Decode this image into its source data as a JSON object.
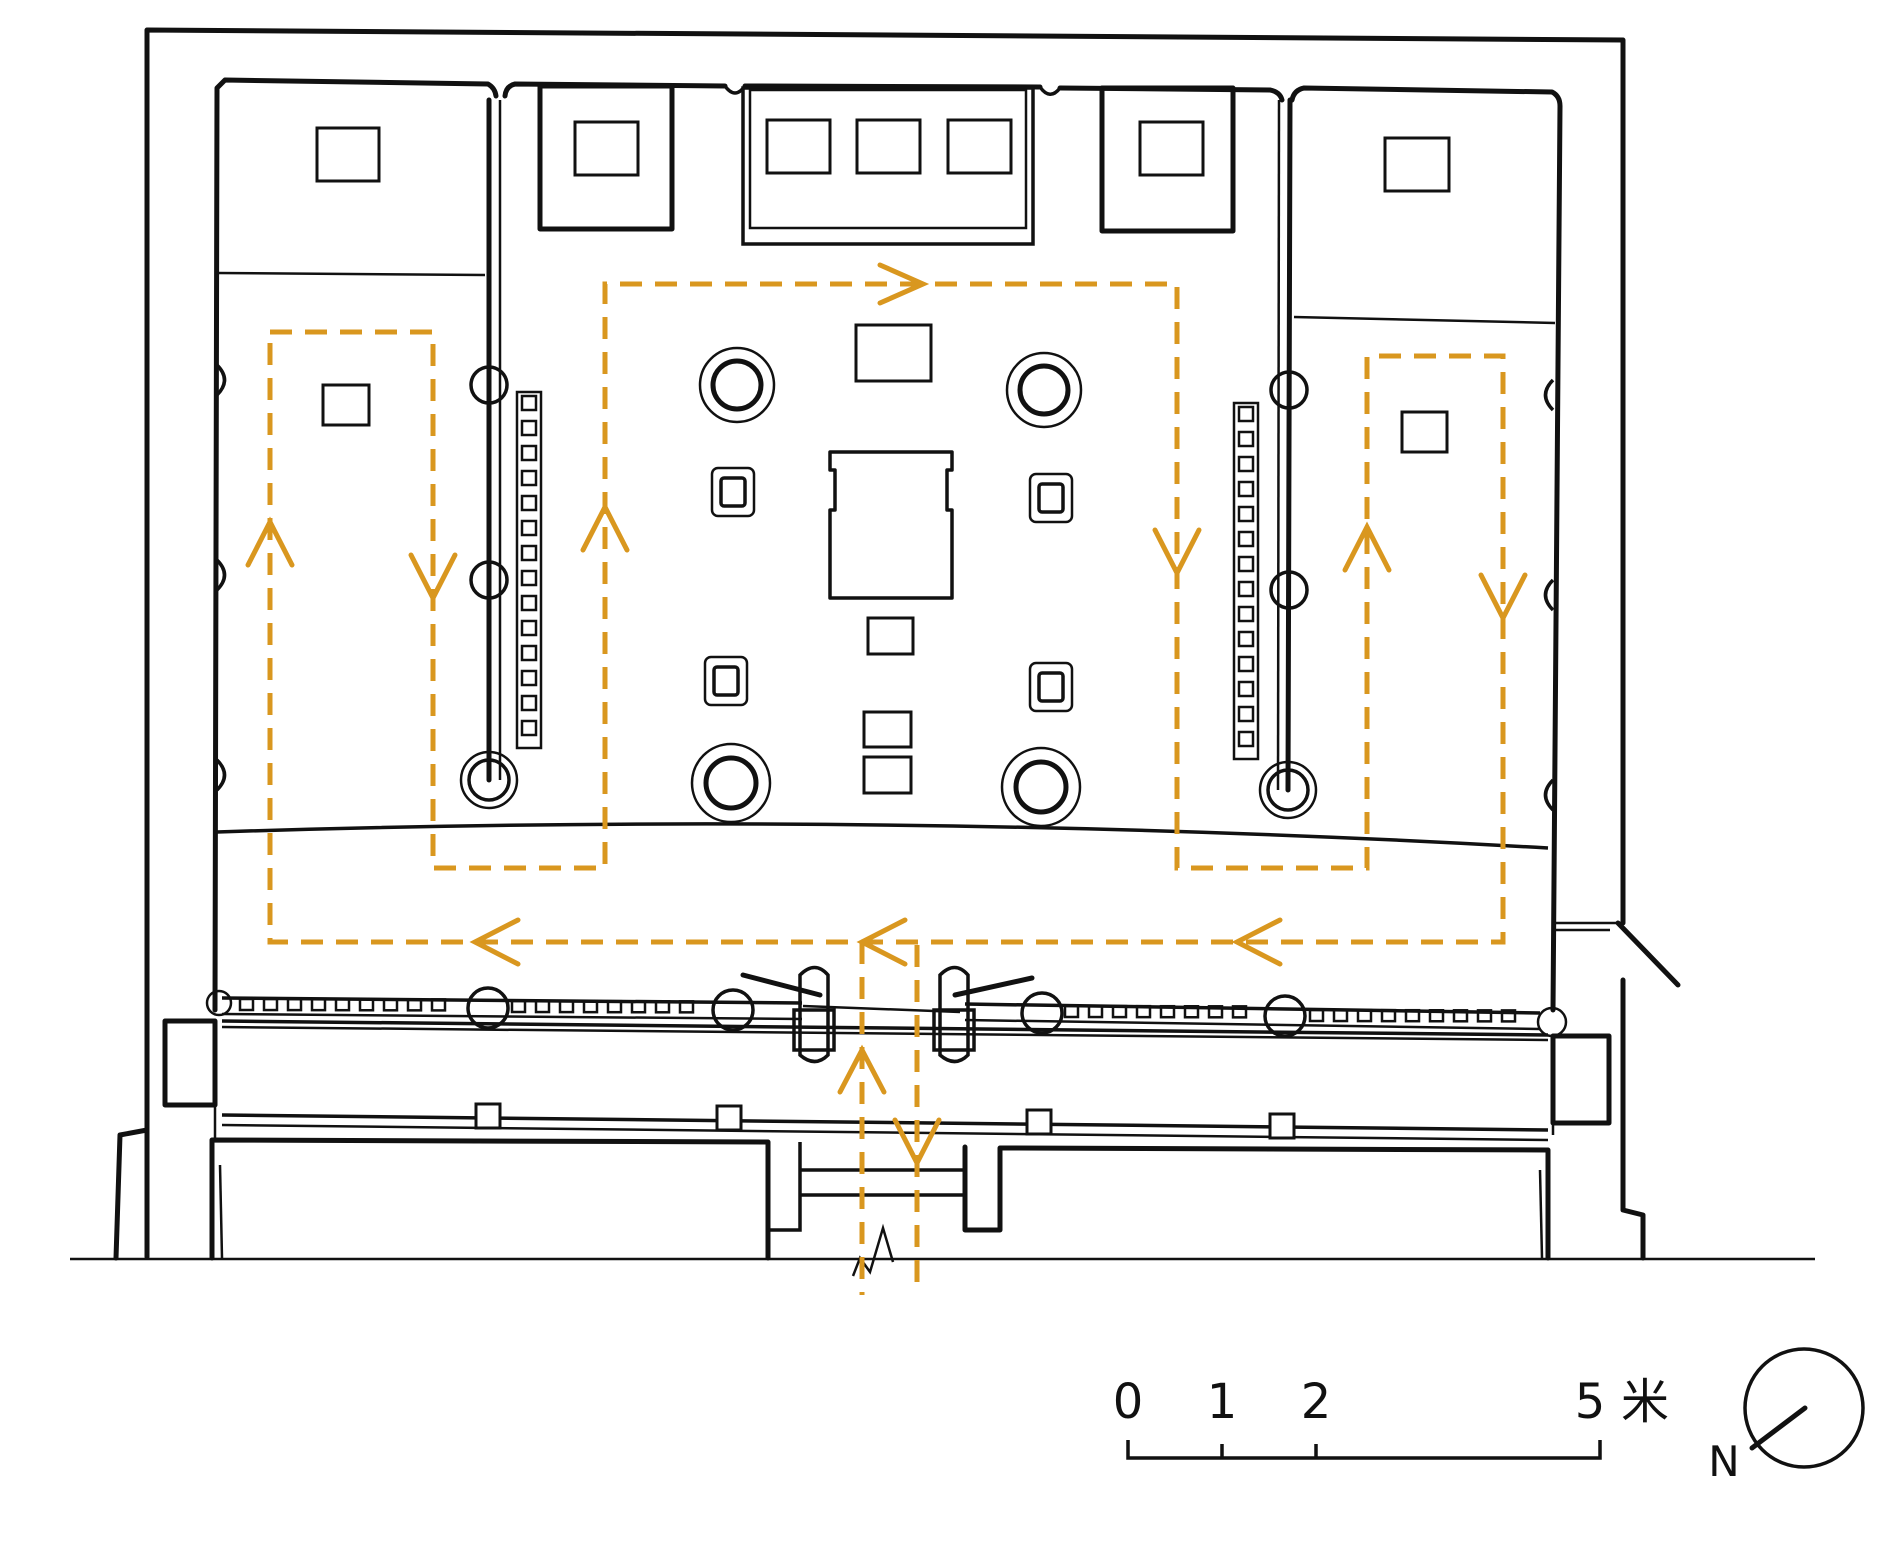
{
  "scale_bar": {
    "ticks": [
      "0",
      "1",
      "2",
      "5"
    ],
    "unit": "米"
  },
  "north_arrow": {
    "label": "N",
    "icon": "north-arrow-icon"
  },
  "circulation_path": {
    "color": "#d9971f"
  },
  "line_color": "#111111"
}
